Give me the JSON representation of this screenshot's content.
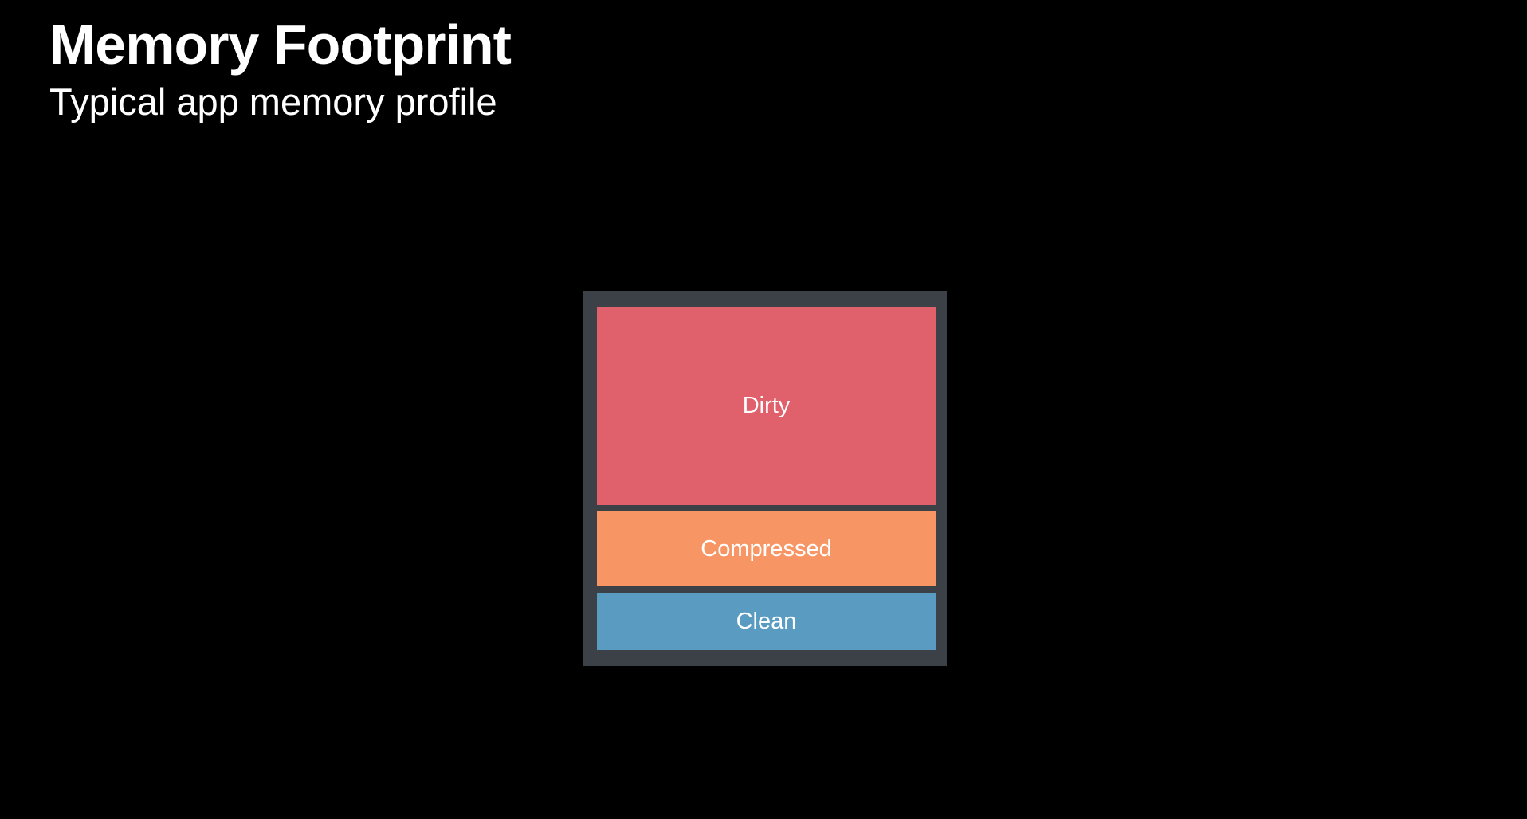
{
  "slide": {
    "title": "Memory Footprint",
    "subtitle": "Typical app memory profile"
  },
  "memory_profile": {
    "frame_color": "#3c4147",
    "segments": [
      {
        "label": "Dirty",
        "color": "#e0606b"
      },
      {
        "label": "Compressed",
        "color": "#f79664"
      },
      {
        "label": "Clean",
        "color": "#5a9bc1"
      }
    ]
  }
}
